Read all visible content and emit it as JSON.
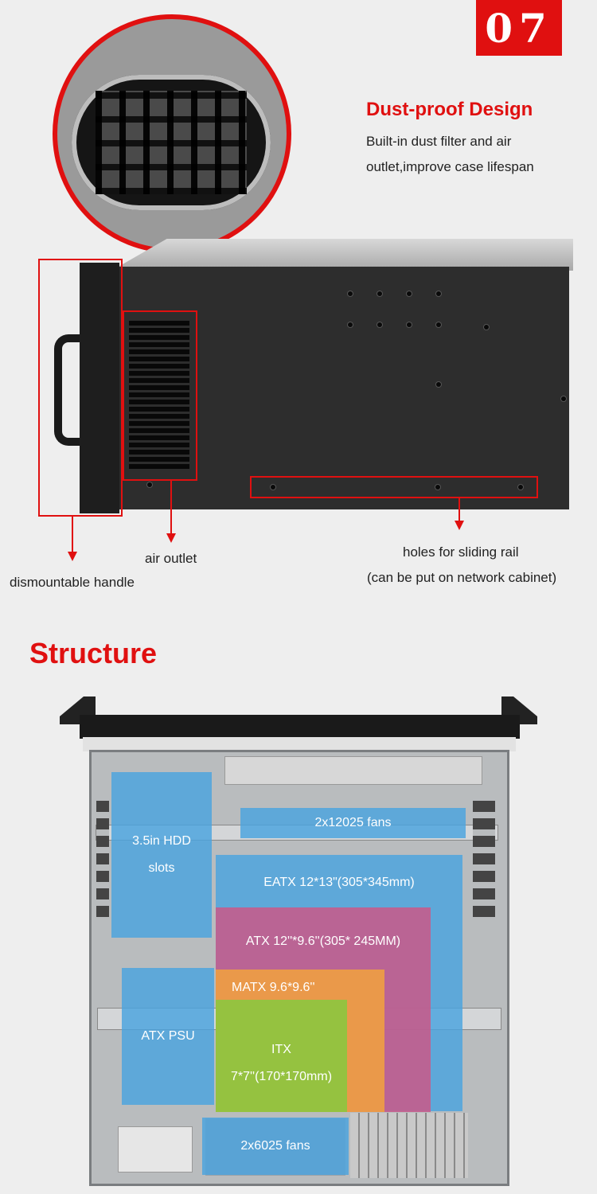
{
  "badge": {
    "number": "07"
  },
  "dust": {
    "title": "Dust-proof Design",
    "desc_line1": "Built-in dust filter and air",
    "desc_line2": "outlet,improve case lifespan"
  },
  "callouts": {
    "handle": "dismountable handle",
    "air_outlet": "air outlet",
    "rail_line1": "holes for sliding rail",
    "rail_line2": "(can be put on network cabinet)"
  },
  "structure": {
    "title": "Structure",
    "overlays": {
      "fans_top": "2x12025 fans",
      "hdd_line1": "3.5in HDD",
      "hdd_line2": "slots",
      "eatx": "EATX 12*13\"(305*345mm)",
      "atx": "ATX 12''*9.6''(305* 245MM)",
      "matx": "MATX  9.6*9.6''",
      "psu": "ATX PSU",
      "itx_line1": "ITX",
      "itx_line2": "7*7''(170*170mm)",
      "fans_bottom": "2x6025 fans"
    },
    "colors": {
      "blue": "#4aa3df",
      "pink": "#c75a8a",
      "orange": "#f0a040",
      "green": "#8cc63f",
      "accent_red": "#e01010"
    }
  }
}
